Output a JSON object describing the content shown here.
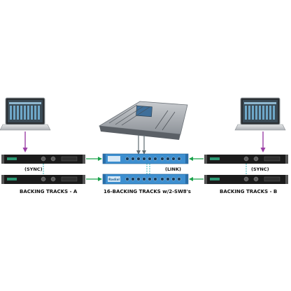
{
  "labels": {
    "sync_left": "(SYNC)",
    "link_center": "(LINK)",
    "sync_right": "(SYNC)",
    "caption_a": "BACKING TRACKS - A",
    "caption_center": "16-BACKING TRACKS w/2-SW8's",
    "caption_b": "BACKING TRACKS - B"
  },
  "switcher_brand": "Radial",
  "colors": {
    "audio_line": "#1aa24a",
    "usb_line": "#9b3fa6",
    "sync_line": "#2ab0b5",
    "output_line": "#5e6a70",
    "switcher_blue": "#3d8fd0",
    "interface_black": "#1b1b1b"
  }
}
